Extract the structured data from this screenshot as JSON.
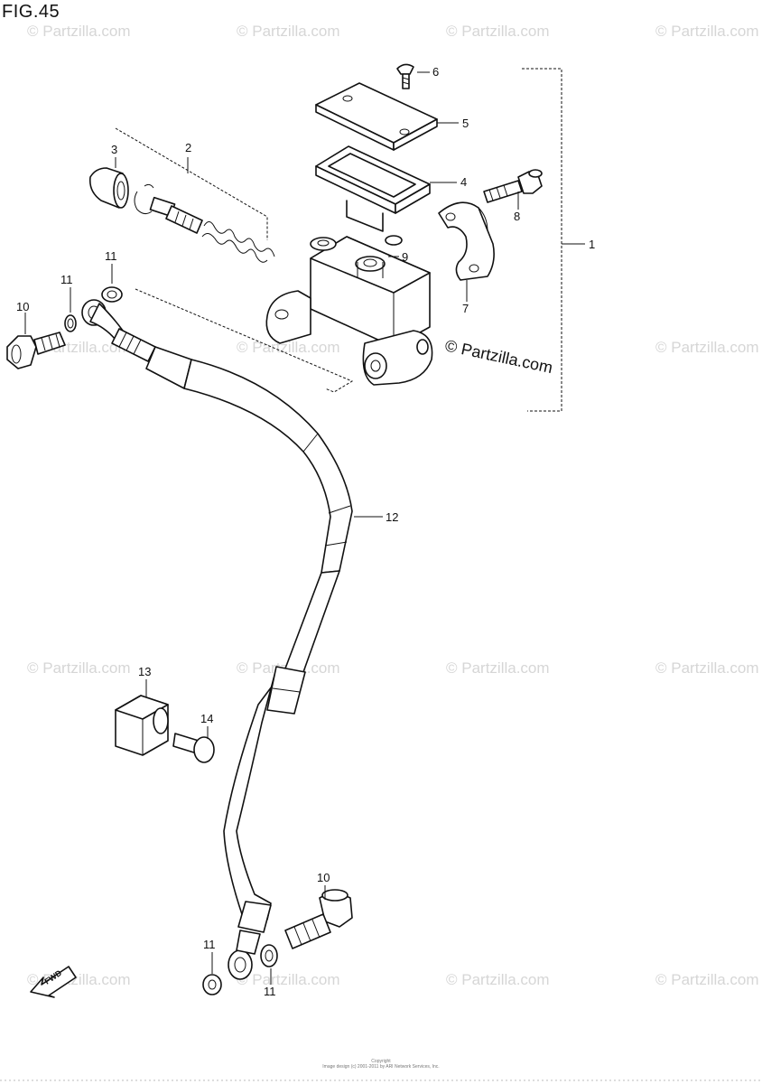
{
  "figure": {
    "title": "FIG.45",
    "callouts": {
      "c1": "1",
      "c2": "2",
      "c3": "3",
      "c4": "4",
      "c5": "5",
      "c6": "6",
      "c7": "7",
      "c8": "8",
      "c9": "9",
      "c10a": "10",
      "c10b": "10",
      "c11a": "11",
      "c11b": "11",
      "c11c": "11",
      "c11d": "11",
      "c12": "12",
      "c13": "13",
      "c14": "14"
    },
    "watermark_main": "© Partzilla.com",
    "watermark_faint": "© Partzilla.com",
    "fwd_label": "FWD",
    "copyright_line1": "Copyright",
    "copyright_line2": "Image design (c) 2001-2011 by ARI Network Services, Inc."
  },
  "colors": {
    "ink": "#111111",
    "watermark": "#d6d6d6",
    "background": "#ffffff"
  }
}
